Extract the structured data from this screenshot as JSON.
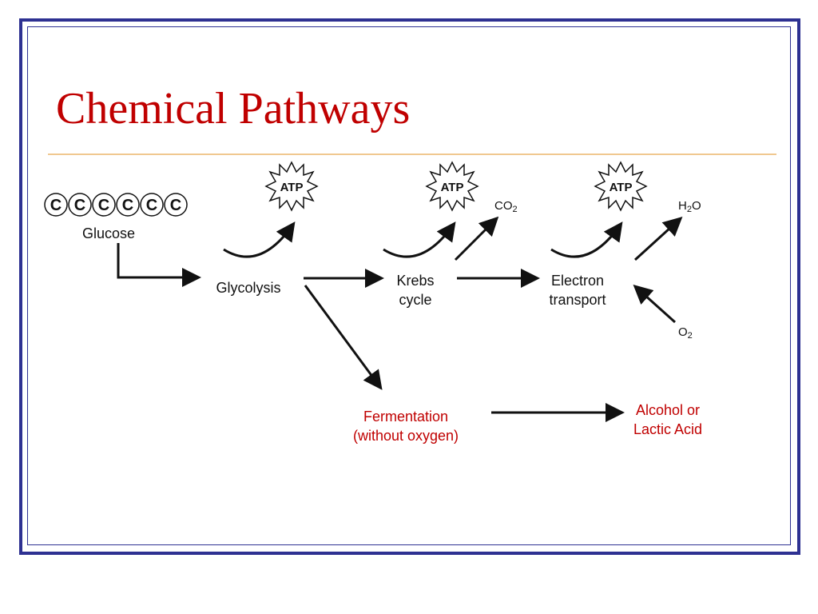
{
  "slide": {
    "title": "Chemical Pathways"
  },
  "diagram": {
    "glucose_atoms": [
      "C",
      "C",
      "C",
      "C",
      "C",
      "C"
    ],
    "glucose_label": "Glucose",
    "glycolysis_label": "Glycolysis",
    "krebs_line1": "Krebs",
    "krebs_line2": "cycle",
    "electron_line1": "Electron",
    "electron_line2": "transport",
    "fermentation_line1": "Fermentation",
    "fermentation_line2": "(without oxygen)",
    "products_line1": "Alcohol or",
    "products_line2": "Lactic Acid",
    "atp_label": "ATP",
    "co2": {
      "base": "CO",
      "sub": "2"
    },
    "h2o": {
      "pre": "H",
      "sub": "2",
      "post": "O"
    },
    "o2": {
      "base": "O",
      "sub": "2"
    }
  },
  "colors": {
    "title_red": "#c00000",
    "frame_blue": "#2e3192",
    "rule_tan": "#f0c890",
    "ink": "#111111"
  }
}
